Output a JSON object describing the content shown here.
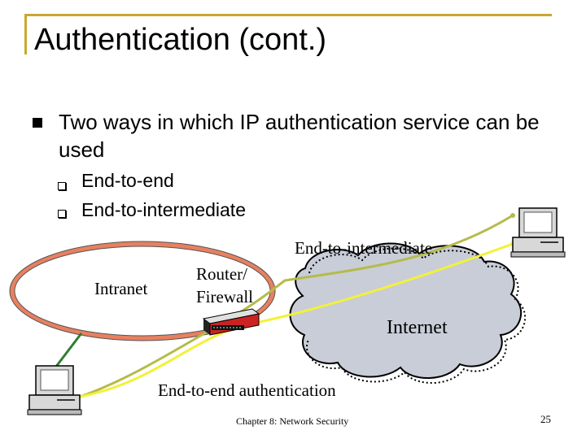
{
  "slide": {
    "title": "Authentication (cont.)",
    "bullet_main": "Two ways in which IP authentication service can be used",
    "sub_bullets": [
      "End-to-end",
      "End-to-intermediate"
    ]
  },
  "diagram": {
    "label_intranet": "Intranet",
    "label_router": "Router/\nFirewall",
    "label_router_line1": "Router/",
    "label_router_line2": "Firewall",
    "label_internet": "Internet",
    "label_end_to_intermediate": "End-to-intermediate",
    "label_end_to_end": "End-to-end authentication"
  },
  "footer": {
    "caption": "Chapter 8: Network Security",
    "page_number": "25"
  },
  "colors": {
    "accent_gold": "#c8a830",
    "path_olive": "#b5bb4a",
    "path_yellow": "#f2f238",
    "cloud": "#c9cdd8",
    "ring": "#e88060",
    "router": "#cc2222",
    "link_green": "#2e7d32"
  }
}
